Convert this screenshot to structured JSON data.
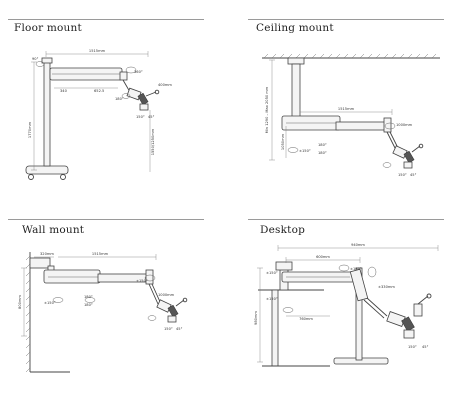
{
  "panels": {
    "floor": {
      "title": "Floor mount",
      "labels": {
        "top_width": "1515mm",
        "arm_deg": "90°",
        "arm_r": "360°",
        "left_dim": "340",
        "arm_len": "652.5",
        "vertical": "1770mm",
        "head_deg1": "180°",
        "head_deg2": "400mm",
        "height_right": "1550/1250mm",
        "tilt_a": "150°",
        "tilt_b": "45°"
      }
    },
    "ceiling": {
      "title": "Ceiling mount",
      "labels": {
        "vertical": "Min 1290 – Max 2050 mm",
        "arm_len": "1515mm",
        "head_deg": "1000mm",
        "drop": "1050mm",
        "deg_a": "±150°",
        "deg_b": "180°",
        "deg_c": "180°",
        "tilt_a": "150°",
        "tilt_b": "45°"
      }
    },
    "wall": {
      "title": "Wall mount",
      "labels": {
        "wall_offset": "320mm",
        "arm_len": "1515mm",
        "vertical": "800mm",
        "deg_a": "±150°",
        "deg_b": "±150°",
        "deg_c": "180°",
        "deg_d": "180°",
        "head_deg": "1000mm",
        "tilt_a": "150°",
        "tilt_b": "45°"
      }
    },
    "desktop": {
      "title": "Desktop",
      "labels": {
        "top_width": "940mm",
        "inner": "600mm",
        "deg_a": "±150°",
        "arm_deg": "±180°",
        "head_deg": "±330mm",
        "base_w": "760mm",
        "deg_b": "±150°",
        "vertical": "980mm",
        "tilt_a": "150°",
        "tilt_b": "45°"
      }
    }
  }
}
